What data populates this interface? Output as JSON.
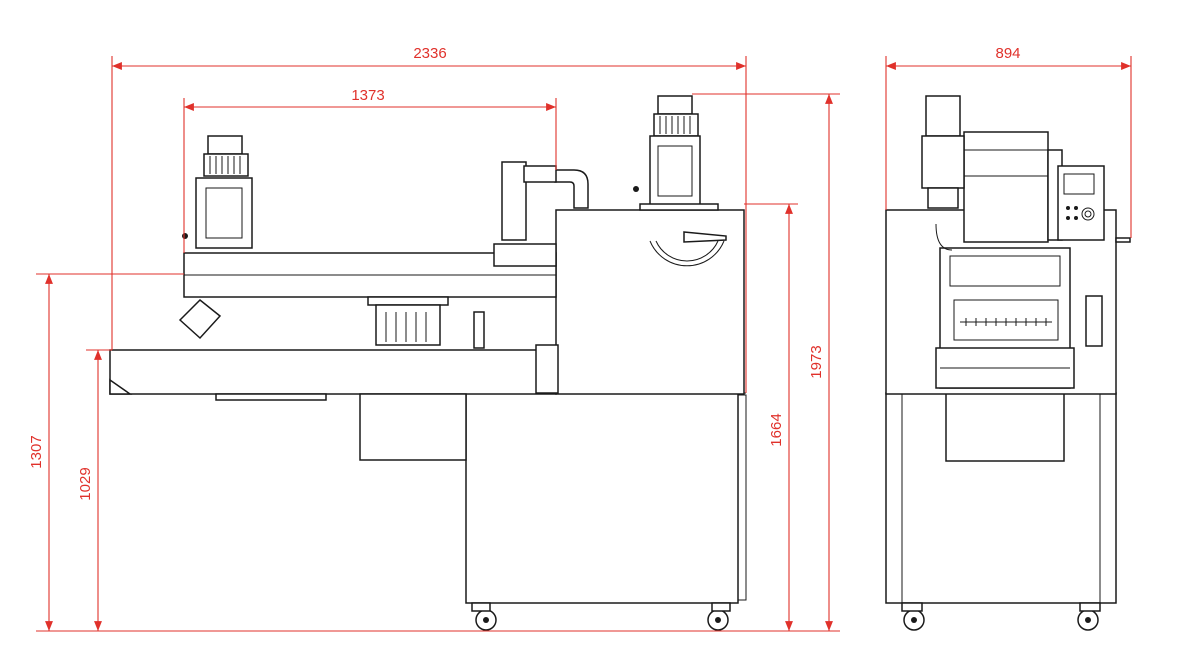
{
  "dimensions": {
    "overall_length": "2336",
    "conveyor_length": "1373",
    "side_width": "894",
    "total_height": "1973",
    "cabinet_height": "1664",
    "infeed_height": "1307",
    "outfeed_height": "1029"
  },
  "colors": {
    "dimension": "#e0312b",
    "outline": "#1a1a1a",
    "background": "#ffffff"
  }
}
